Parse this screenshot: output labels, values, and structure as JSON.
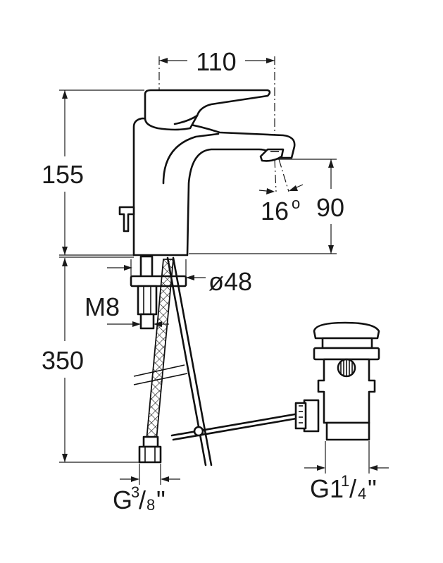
{
  "dimensions": {
    "width_top": "110",
    "height_body": "155",
    "height_spout": "90",
    "spout_angle": "16",
    "spout_angle_sup": "o",
    "base_diameter": "ø48",
    "thread_rod": "M8",
    "hose_length": "350",
    "hose_fitting_main": "G",
    "hose_fitting_num": "3",
    "hose_fitting_slash": "/",
    "hose_fitting_den": "8",
    "hose_fitting_unit": "\"",
    "waste_fitting_main": "G1",
    "waste_fitting_num": "1",
    "waste_fitting_slash": "/",
    "waste_fitting_den": "4",
    "waste_fitting_unit": "\""
  },
  "colors": {
    "line": "#111111",
    "background": "#ffffff"
  }
}
